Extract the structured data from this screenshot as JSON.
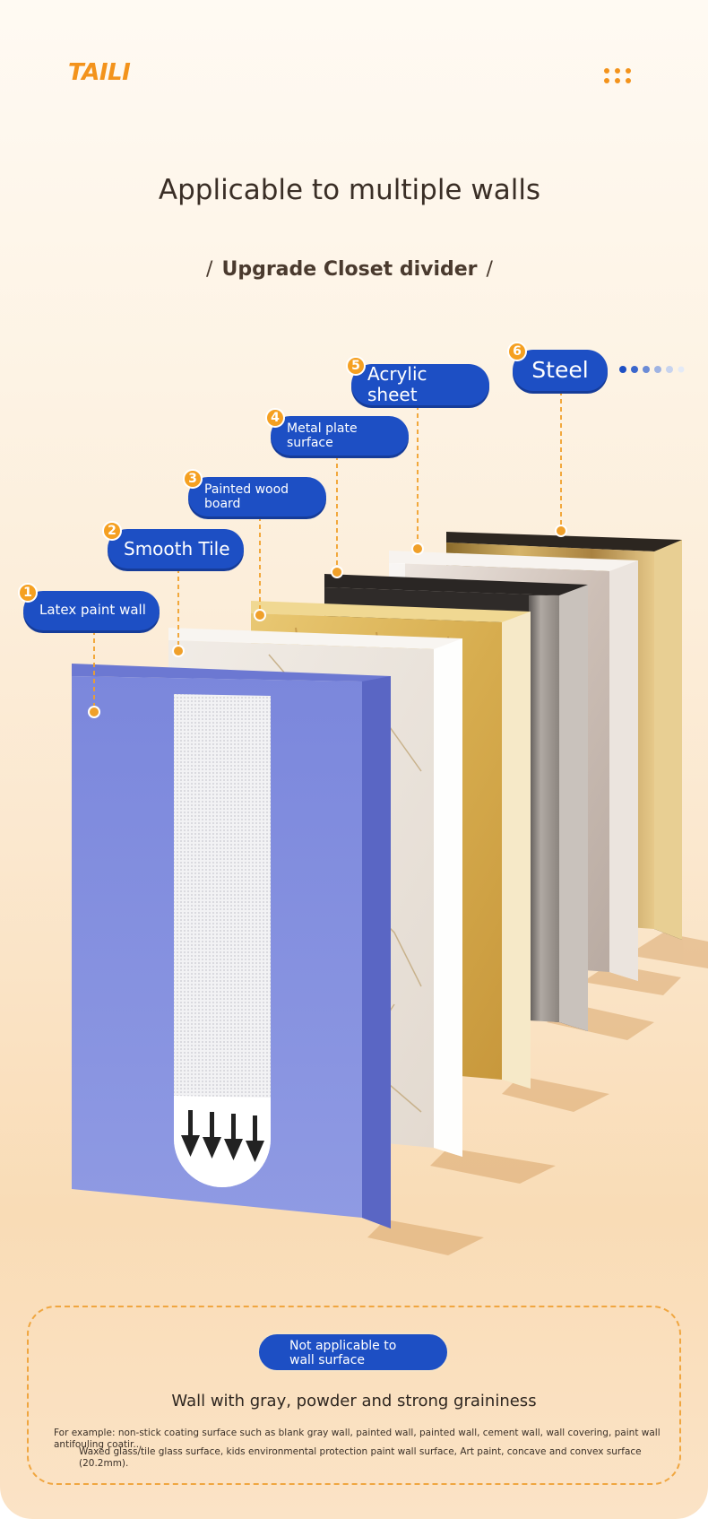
{
  "brand": {
    "logo_text": "TAILI",
    "accent_color": "#f3931c",
    "tag_color": "#1d4fc4"
  },
  "header": {
    "menu_icon": "grid-dots-icon"
  },
  "hero": {
    "title": "Applicable to multiple walls",
    "subtitle": "Upgrade Closet divider",
    "slash": "/"
  },
  "surfaces": [
    {
      "number": "1",
      "label": "Latex paint wall"
    },
    {
      "number": "2",
      "label": "Smooth Tile"
    },
    {
      "number": "3",
      "label": "Painted wood board"
    },
    {
      "number": "4",
      "label": "Metal plate surface"
    },
    {
      "number": "5",
      "label": "Acrylic sheet"
    },
    {
      "number": "6",
      "label": "Steel"
    }
  ],
  "not_applicable": {
    "pill_label": "Not applicable to wall surface",
    "heading": "Wall with gray, powder and strong graininess",
    "example_line1": "For example: non-stick coating surface such as blank gray wall, painted wall, painted wall, cement wall, wall covering, paint wall antifouling coatir...",
    "example_line2": "Waxed glass/tile glass surface, kids environmental protection paint wall surface, Art paint, concave and convex surface (20.2mm)."
  }
}
